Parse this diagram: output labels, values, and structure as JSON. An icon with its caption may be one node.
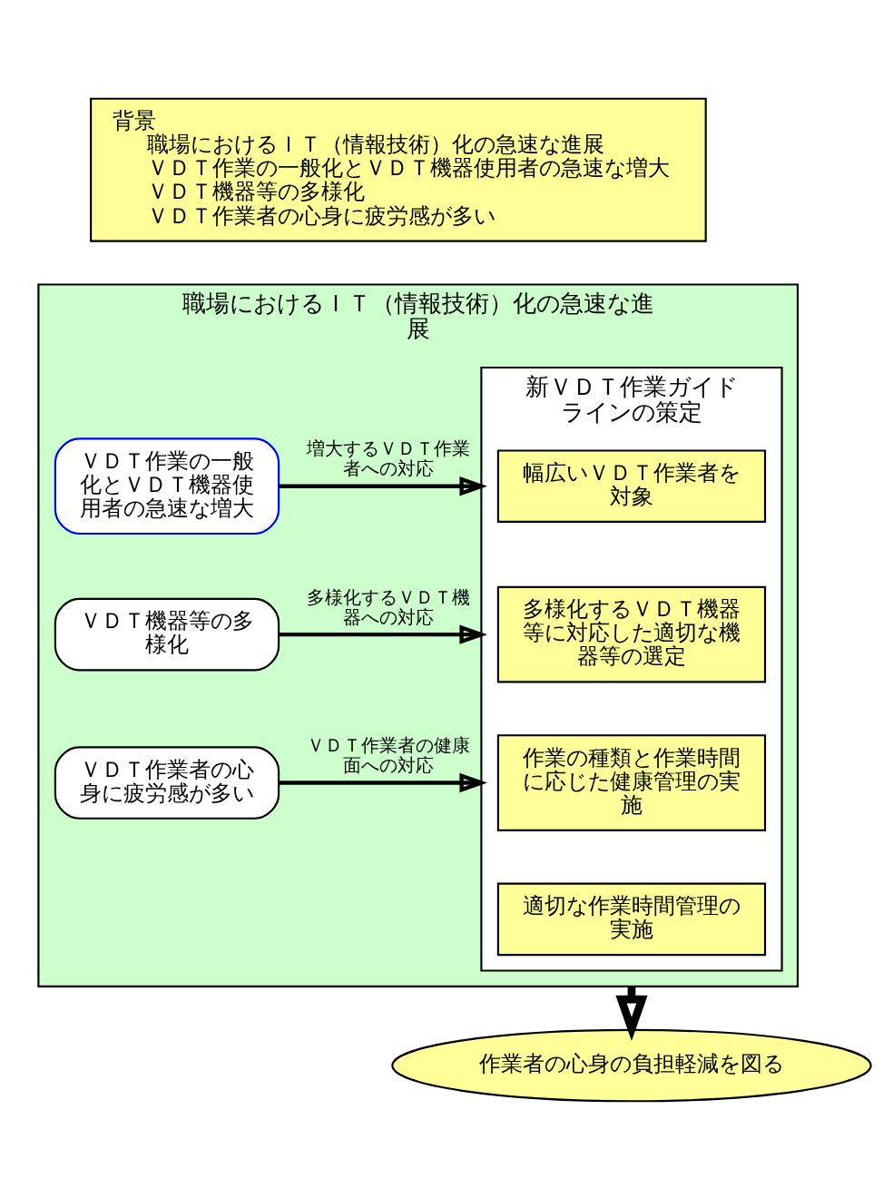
{
  "diagram": {
    "nodes": [
      {
        "text": [
          "背景",
          "職場におけるＩＴ（情報技術）化の急速な進展",
          "ＶＤＴ作業の一般化とＶＤＴ機器使用者の急速な増大",
          "ＶＤＴ機器等の多様化",
          "ＶＤＴ作業者の心身に疲労感が多い"
        ]
      },
      {
        "text": [
          "職場におけるＩＴ（情報技術）化の急速な進展"
        ]
      },
      {
        "text": [
          "ＶＤＴ作業の一般化とＶＤＴ機器使用者の急速な増大"
        ],
        "in": 1
      },
      {
        "text": [
          "ＶＤＴ機器等の多様化"
        ],
        "in": 1
      },
      {
        "text": [
          "ＶＤＴ作業者の心身に疲労感が多い"
        ],
        "in": 1
      },
      {
        "text": [
          "新ＶＤＴ作業ガイドラインの策定"
        ],
        "in": 1
      },
      {
        "text": [
          "幅広いＶＤＴ作業者を対象"
        ],
        "in": 5
      },
      {
        "text": [
          "多様化するＶＤＴ機器等に対応した適切な機器等の選定"
        ],
        "in": 5
      },
      {
        "text": [
          "作業の種類と作業時間に応じた健康管理の実施"
        ],
        "in": 5
      },
      {
        "text": [
          "適切な作業時間管理の実施"
        ],
        "in": 5
      },
      {
        "text": [
          "作業者の心身の負担軽減を図る"
        ]
      }
    ],
    "edges": [
      {
        "from": 2,
        "to": 5,
        "arrow": "to",
        "label": "増大するＶＤＴ作業者への対応"
      },
      {
        "from": 3,
        "to": 5,
        "arrow": "to",
        "label": "多様化するＶＤＴ機器への対応"
      },
      {
        "from": 4,
        "to": 5,
        "arrow": "to",
        "label": "ＶＤＴ作業者の健康面への対応"
      },
      {
        "from": 1,
        "to": 10,
        "arrow": "to",
        "style": "thick"
      }
    ]
  }
}
